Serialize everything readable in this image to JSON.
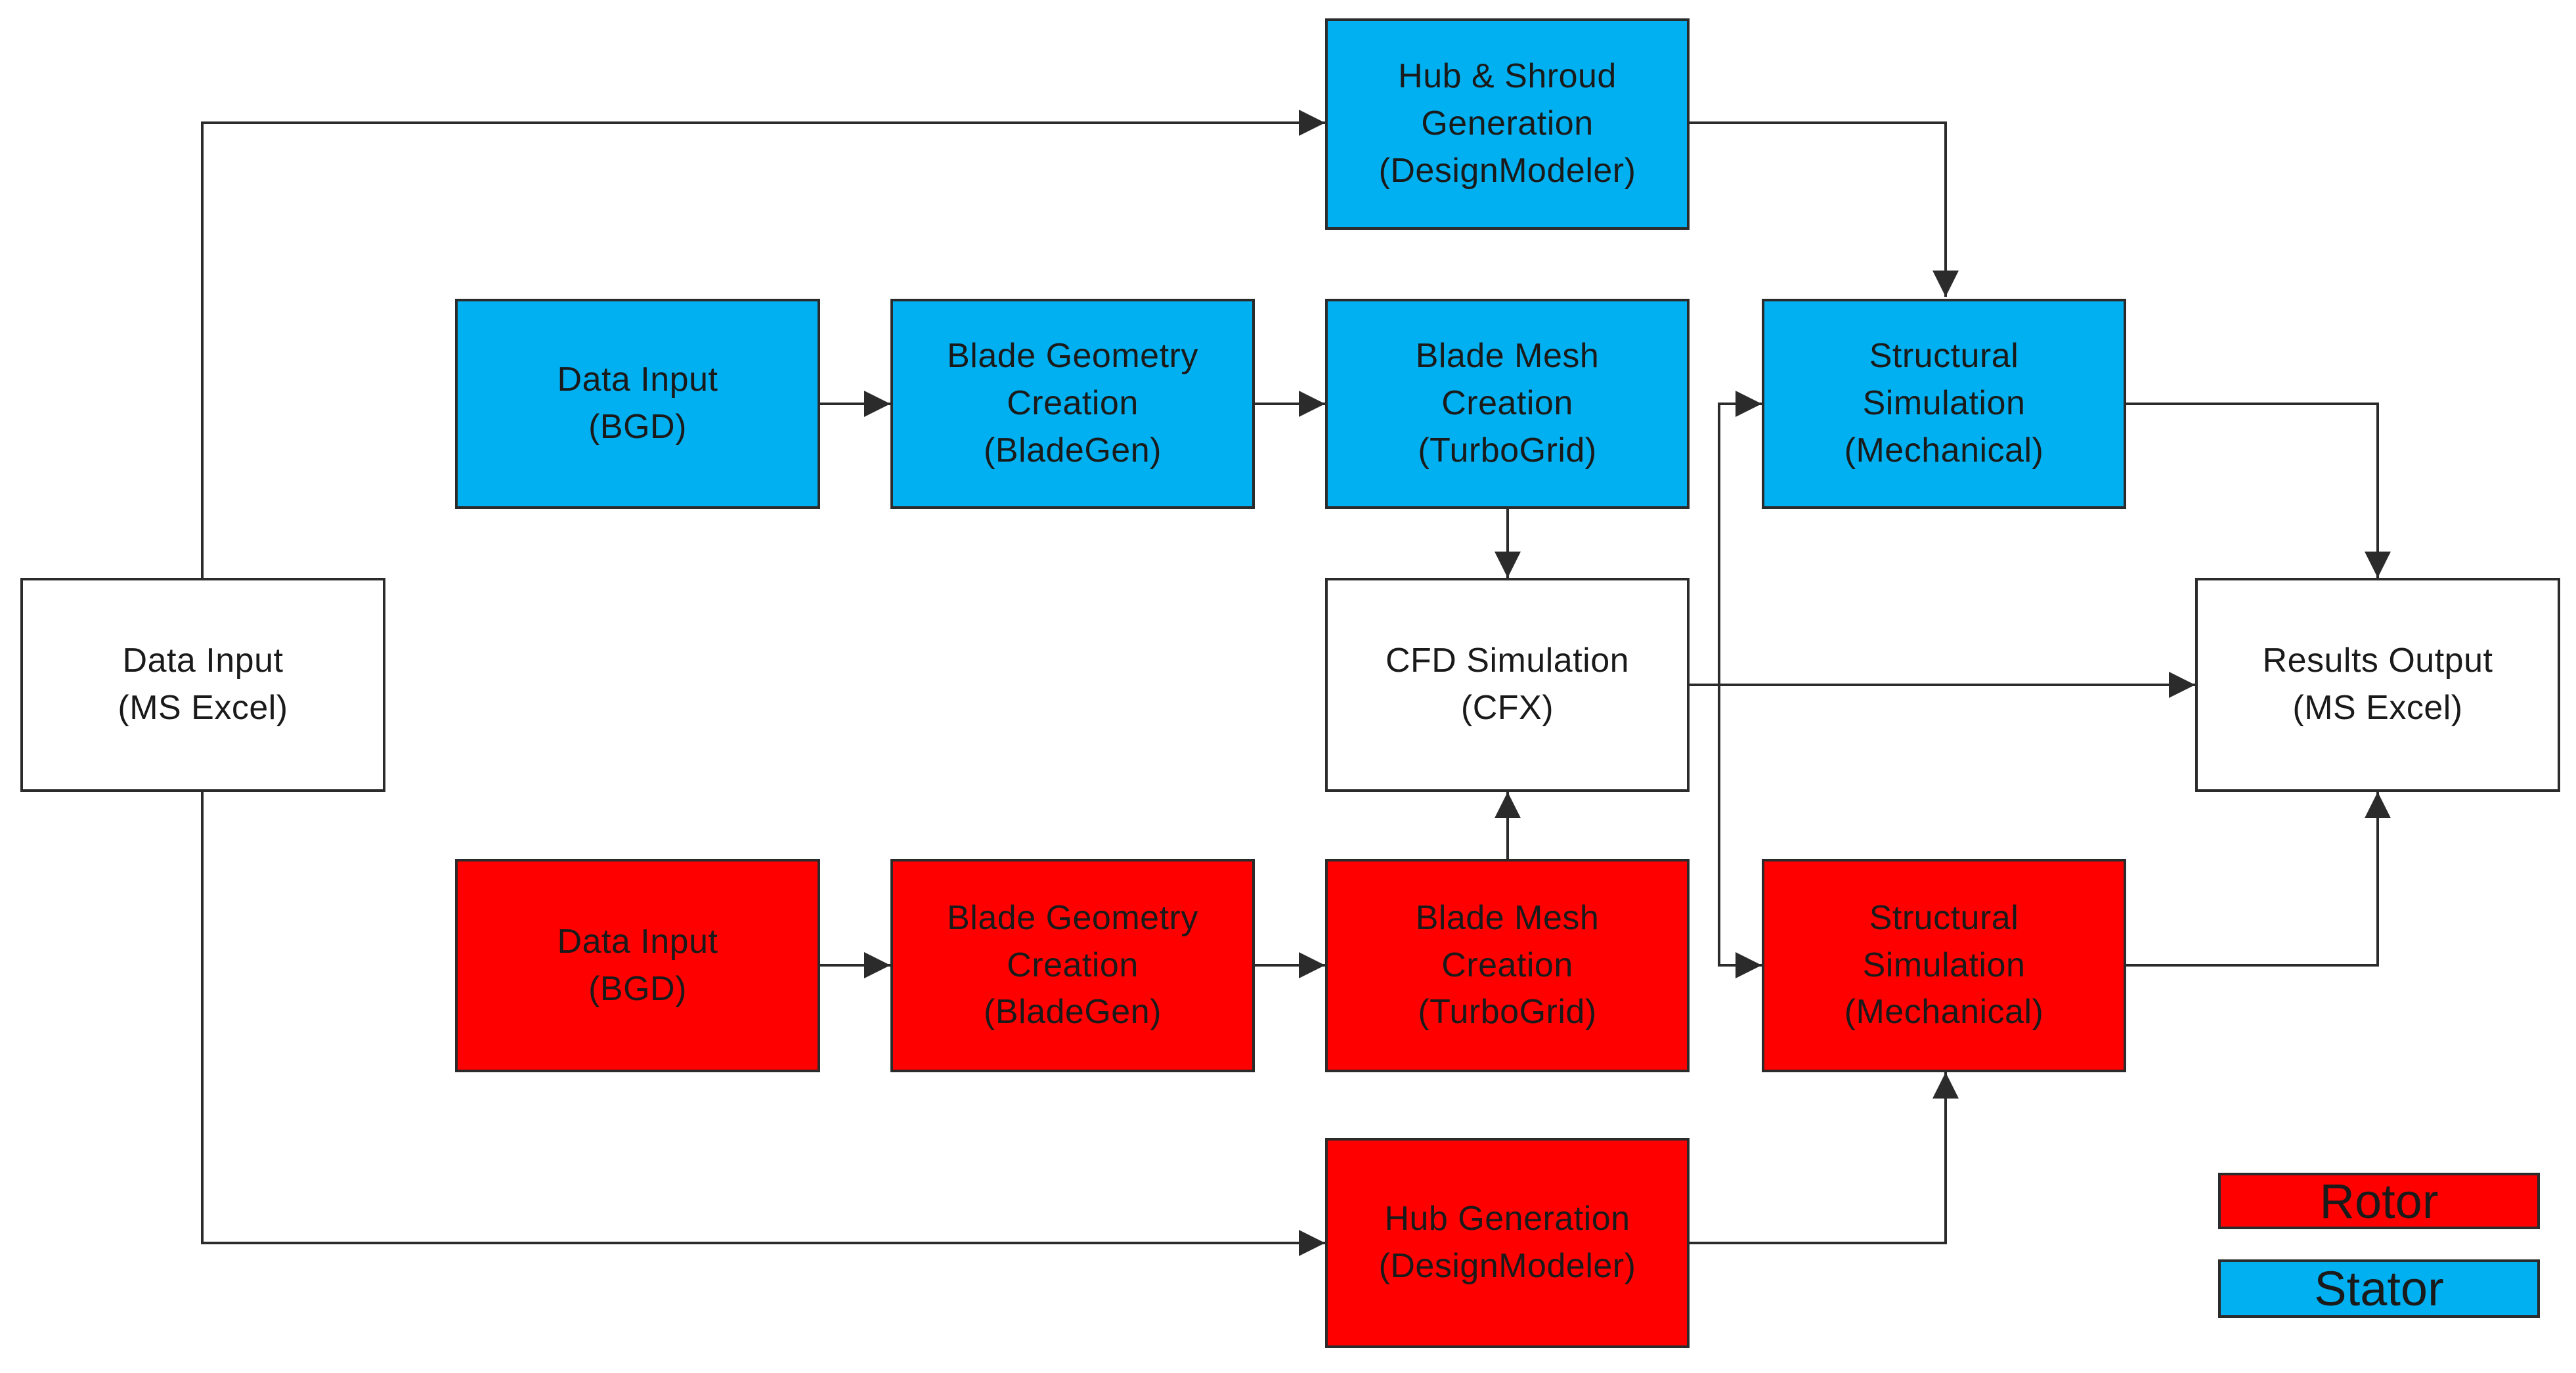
{
  "colors": {
    "stator": "#00b0f0",
    "rotor": "#ff0000",
    "neutral": "#ffffff",
    "line": "#2b2b2b"
  },
  "nodes": {
    "data_input_excel": {
      "line1": "Data Input",
      "line2": "(MS Excel)"
    },
    "hub_shroud_generation": {
      "line1": "Hub & Shroud",
      "line2": "Generation",
      "line3": "(DesignModeler)"
    },
    "stator_data_input": {
      "line1": "Data Input",
      "line2": "(BGD)"
    },
    "stator_blade_geometry": {
      "line1": "Blade Geometry",
      "line2": "Creation",
      "line3": "(BladeGen)"
    },
    "stator_blade_mesh": {
      "line1": "Blade Mesh",
      "line2": "Creation",
      "line3": "(TurboGrid)"
    },
    "stator_structural": {
      "line1": "Structural",
      "line2": "Simulation",
      "line3": "(Mechanical)"
    },
    "cfd_simulation": {
      "line1": "CFD Simulation",
      "line2": "(CFX)"
    },
    "results_output": {
      "line1": "Results Output",
      "line2": "(MS Excel)"
    },
    "rotor_data_input": {
      "line1": "Data Input",
      "line2": "(BGD)"
    },
    "rotor_blade_geometry": {
      "line1": "Blade Geometry",
      "line2": "Creation",
      "line3": "(BladeGen)"
    },
    "rotor_blade_mesh": {
      "line1": "Blade Mesh",
      "line2": "Creation",
      "line3": "(TurboGrid)"
    },
    "rotor_structural": {
      "line1": "Structural",
      "line2": "Simulation",
      "line3": "(Mechanical)"
    },
    "hub_generation": {
      "line1": "Hub Generation",
      "line2": "(DesignModeler)"
    }
  },
  "legend": {
    "rotor_label": "Rotor",
    "stator_label": "Stator"
  }
}
